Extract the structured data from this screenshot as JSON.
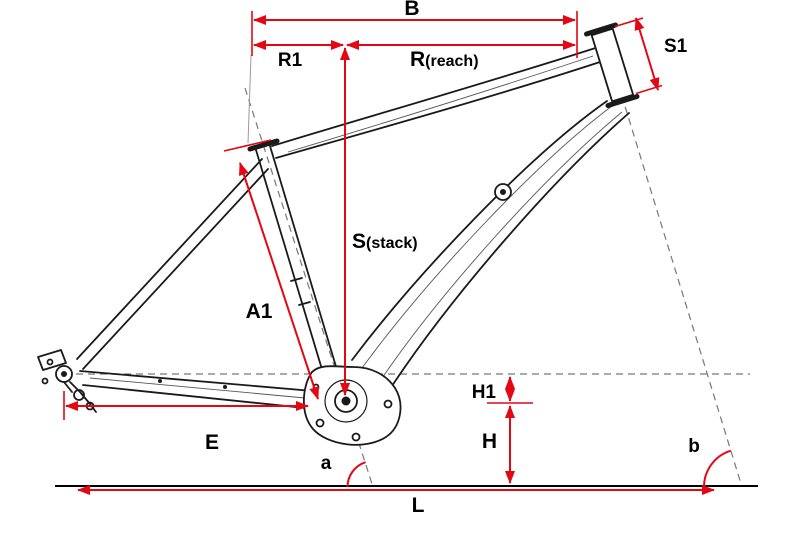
{
  "diagram": {
    "colors": {
      "dimension": "#e30613",
      "frame": "#1a1a1a",
      "dashed_guides": "#777777",
      "background": "#ffffff",
      "label_text": "#000000"
    },
    "labels": {
      "B": "B",
      "R1": "R1",
      "R_main": "R",
      "R_sub": "(reach)",
      "S1": "S1",
      "S_main": "S",
      "S_sub": "(stack)",
      "A1": "A1",
      "H1": "H1",
      "H": "H",
      "E": "E",
      "angle_a": "a",
      "angle_b": "b",
      "L": "L"
    }
  }
}
